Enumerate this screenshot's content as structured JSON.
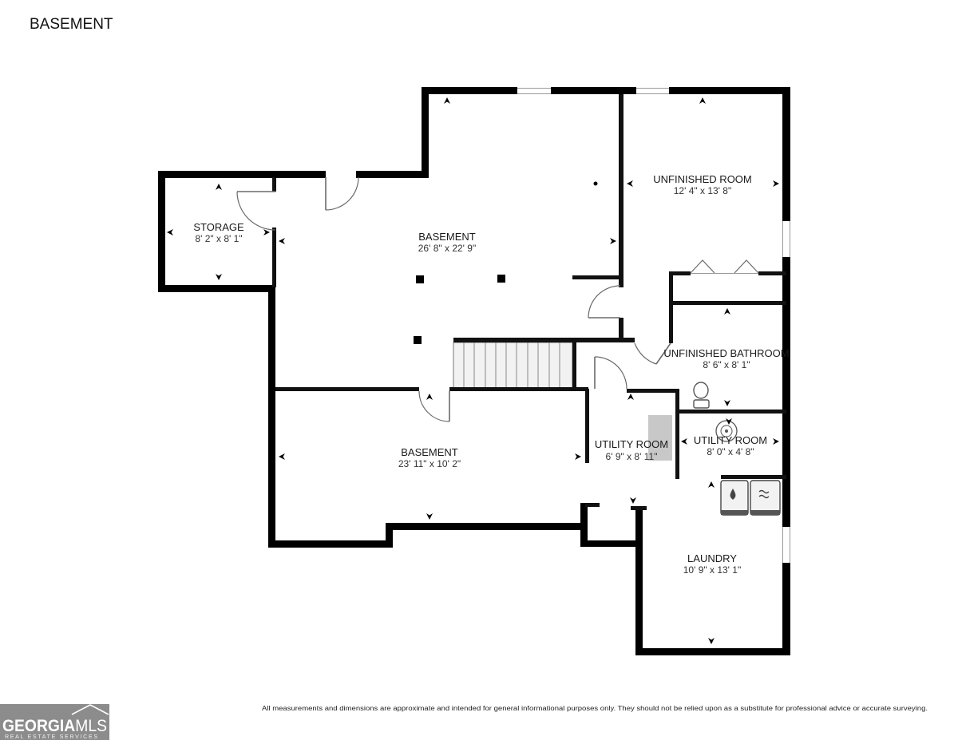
{
  "page": {
    "title": "BASEMENT"
  },
  "colors": {
    "wall": "#000000",
    "background": "#ffffff",
    "logo_bg": "#8c8c8c"
  },
  "rooms": [
    {
      "name": "STORAGE",
      "dimensions": "8' 2\" x 8' 1\""
    },
    {
      "name": "BASEMENT",
      "dimensions": "26' 8\" x 22' 9\""
    },
    {
      "name": "UNFINISHED ROOM",
      "dimensions": "12' 4\" x 13' 8\""
    },
    {
      "name": "UNFINISHED BATHROOM",
      "dimensions": "8' 6\" x 8' 1\""
    },
    {
      "name": "UTILITY ROOM",
      "dimensions": "6' 9\" x 8' 11\""
    },
    {
      "name": "UTILITY ROOM",
      "dimensions": "8' 0\" x 4' 8\""
    },
    {
      "name": "BASEMENT",
      "dimensions": "23' 11\" x 10' 2\""
    },
    {
      "name": "LAUNDRY",
      "dimensions": "10' 9\" x 13' 1\""
    }
  ],
  "icons": [
    "toilet-icon",
    "water-heater-icon",
    "washer-icon",
    "dryer-icon",
    "staircase-icon",
    "dimension-arrow-icon"
  ],
  "footer": {
    "disclaimer": "All measurements and dimensions are approximate and intended for general informational purposes only. They should not be relied upon as a substitute for professional advice or accurate surveying."
  },
  "logo": {
    "name_part1": "GEORGIA",
    "name_part2": "MLS",
    "tagline": "REAL ESTATE SERVICES"
  }
}
